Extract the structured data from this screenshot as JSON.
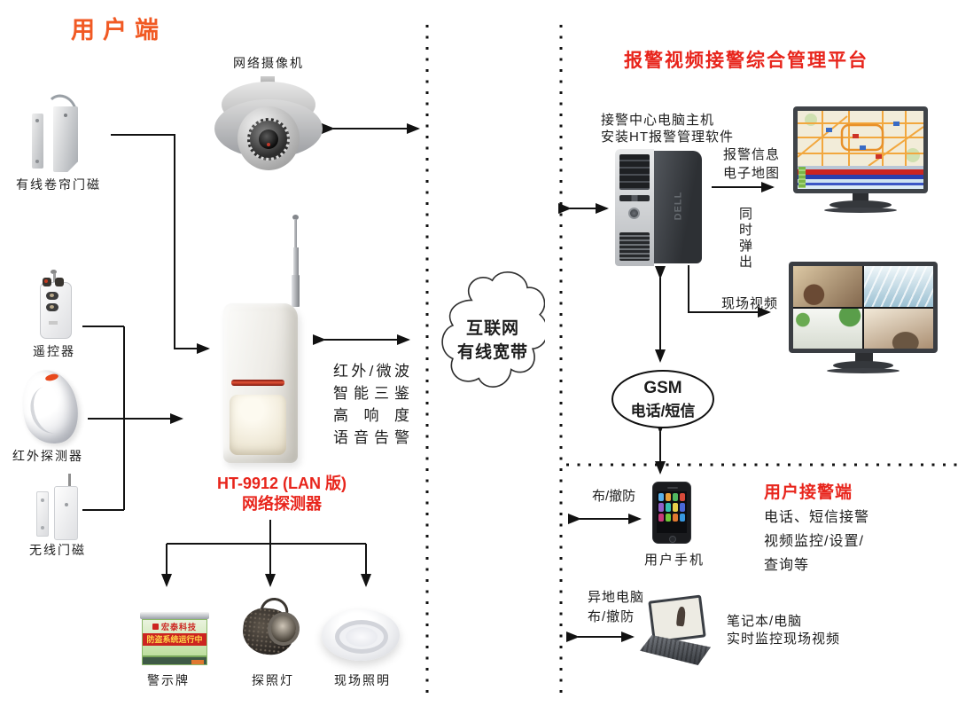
{
  "user_side": {
    "title": "用户端"
  },
  "platform": {
    "title": "报警视频接警综合管理平台"
  },
  "labels": {
    "camera": "网络摄像机",
    "wired_magnet": "有线卷帘门磁",
    "remote": "遥控器",
    "ir_detector": "红外探测器",
    "wireless_magnet": "无线门磁",
    "warning_sign": "警示牌",
    "searchlight": "探照灯",
    "site_lighting": "现场照明"
  },
  "detector": {
    "features": [
      "红外/微波",
      "智能三鉴",
      "高响度",
      "语音告警"
    ],
    "model_line1": "HT-9912 (LAN 版)",
    "model_line2": "网络探测器"
  },
  "cloud": {
    "line1": "互联网",
    "line2": "有线宽带"
  },
  "control_center": {
    "host_line1": "接警中心电脑主机",
    "host_line2": "安装HT报警管理软件",
    "alarm_line1": "报警信息",
    "alarm_line2": "电子地图",
    "popup_vertical": "同时弹出",
    "live_video": "现场视频",
    "tower_brand": "DELL"
  },
  "gsm": {
    "line1": "GSM",
    "line2": "电话/短信"
  },
  "mobile": {
    "arm_disarm": "布/撤防",
    "label": "用户手机"
  },
  "receiver": {
    "title": "用户接警端",
    "line1": "电话、短信接警",
    "line2": "视频监控/设置/",
    "line3": "查询等"
  },
  "laptop": {
    "remote_line1": "异地电脑",
    "remote_line2": "布/撤防",
    "label_line1": "笔记本/电脑",
    "label_line2": "实时监控现场视频"
  },
  "sign_board": {
    "brand": "宏泰科技",
    "slogan": "防盗系统运行中"
  },
  "colors": {
    "user_title_orange": "#f15a24",
    "platform_title_red": "#e8251c",
    "detector_stripe_red": "#c0271a",
    "line_black": "#1a1a1a"
  }
}
